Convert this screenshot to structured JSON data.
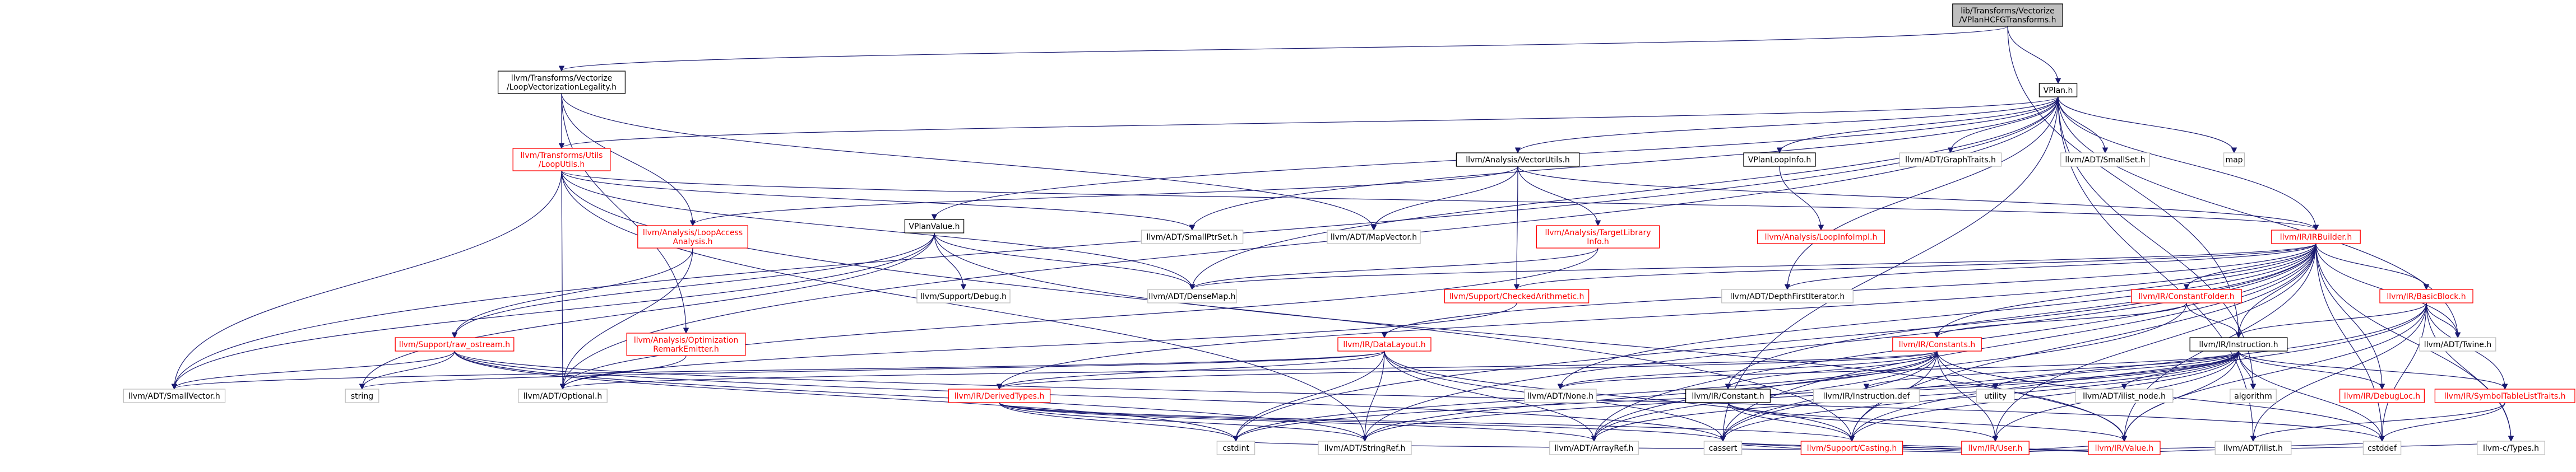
{
  "colors": {
    "edge": "#191970",
    "root_fill": "#bfbfbf",
    "node_fill": "#ffffff",
    "node_border": "#000000",
    "link_text": "#ff0000",
    "external_text": "#000000",
    "external_border": "#bfbfbf"
  },
  "nodes": [
    {
      "id": "root",
      "label": [
        "lib/Transforms/Vectorize",
        "/VPlanHCFGTransforms.h"
      ],
      "style": "root"
    },
    {
      "id": "lvl",
      "label": [
        "llvm/Transforms/Vectorize",
        "/LoopVectorizationLegality.h"
      ],
      "style": "plain"
    },
    {
      "id": "vplan",
      "label": [
        "VPlan.h"
      ],
      "style": "plain"
    },
    {
      "id": "tutils",
      "label": [
        "llvm/Transforms/Utils",
        "/LoopUtils.h"
      ],
      "style": "link"
    },
    {
      "id": "vecutils",
      "label": [
        "llvm/Analysis/VectorUtils.h"
      ],
      "style": "plain"
    },
    {
      "id": "vplanloop",
      "label": [
        "VPlanLoopInfo.h"
      ],
      "style": "plain"
    },
    {
      "id": "graphtraits",
      "label": [
        "llvm/ADT/GraphTraits.h"
      ],
      "style": "ext"
    },
    {
      "id": "smallset",
      "label": [
        "llvm/ADT/SmallSet.h"
      ],
      "style": "ext"
    },
    {
      "id": "map",
      "label": [
        "map"
      ],
      "style": "ext"
    },
    {
      "id": "loopaccess",
      "label": [
        "llvm/Analysis/LoopAccess",
        "Analysis.h"
      ],
      "style": "link"
    },
    {
      "id": "vplanvalue",
      "label": [
        "VPlanValue.h"
      ],
      "style": "plain"
    },
    {
      "id": "smallptrset",
      "label": [
        "llvm/ADT/SmallPtrSet.h"
      ],
      "style": "ext"
    },
    {
      "id": "mapvector",
      "label": [
        "llvm/ADT/MapVector.h"
      ],
      "style": "ext"
    },
    {
      "id": "tli",
      "label": [
        "llvm/Analysis/TargetLibrary",
        "Info.h"
      ],
      "style": "link"
    },
    {
      "id": "loopinfoimpl",
      "label": [
        "llvm/Analysis/LoopInfoImpl.h"
      ],
      "style": "link"
    },
    {
      "id": "irbuilder",
      "label": [
        "llvm/IR/IRBuilder.h"
      ],
      "style": "link"
    },
    {
      "id": "debug",
      "label": [
        "llvm/Support/Debug.h"
      ],
      "style": "ext"
    },
    {
      "id": "densemap",
      "label": [
        "llvm/ADT/DenseMap.h"
      ],
      "style": "ext"
    },
    {
      "id": "checkedarith",
      "label": [
        "llvm/Support/CheckedArithmetic.h"
      ],
      "style": "link"
    },
    {
      "id": "dfiter",
      "label": [
        "llvm/ADT/DepthFirstIterator.h"
      ],
      "style": "ext"
    },
    {
      "id": "constfolder",
      "label": [
        "llvm/IR/ConstantFolder.h"
      ],
      "style": "link"
    },
    {
      "id": "basicblock",
      "label": [
        "llvm/IR/BasicBlock.h"
      ],
      "style": "link"
    },
    {
      "id": "rawostream",
      "label": [
        "llvm/Support/raw_ostream.h"
      ],
      "style": "link"
    },
    {
      "id": "optremark",
      "label": [
        "llvm/Analysis/Optimization",
        "RemarkEmitter.h"
      ],
      "style": "link"
    },
    {
      "id": "datalayout",
      "label": [
        "llvm/IR/DataLayout.h"
      ],
      "style": "link"
    },
    {
      "id": "constants",
      "label": [
        "llvm/IR/Constants.h"
      ],
      "style": "link"
    },
    {
      "id": "instruction",
      "label": [
        "llvm/IR/Instruction.h"
      ],
      "style": "plain"
    },
    {
      "id": "smallvector",
      "label": [
        "llvm/ADT/SmallVector.h"
      ],
      "style": "ext"
    },
    {
      "id": "string",
      "label": [
        "string"
      ],
      "style": "ext"
    },
    {
      "id": "optional",
      "label": [
        "llvm/ADT/Optional.h"
      ],
      "style": "ext"
    },
    {
      "id": "derivedtypes",
      "label": [
        "llvm/IR/DerivedTypes.h"
      ],
      "style": "link"
    },
    {
      "id": "none",
      "label": [
        "llvm/ADT/None.h"
      ],
      "style": "ext"
    },
    {
      "id": "constant",
      "label": [
        "llvm/IR/Constant.h"
      ],
      "style": "plain"
    },
    {
      "id": "instdef",
      "label": [
        "llvm/IR/Instruction.def"
      ],
      "style": "ext"
    },
    {
      "id": "debugloc",
      "label": [
        "llvm/IR/DebugLoc.h"
      ],
      "style": "link"
    },
    {
      "id": "symtab",
      "label": [
        "llvm/IR/SymbolTableListTraits.h"
      ],
      "style": "link"
    },
    {
      "id": "utility",
      "label": [
        "utility"
      ],
      "style": "ext"
    },
    {
      "id": "algorithm",
      "label": [
        "algorithm"
      ],
      "style": "ext"
    },
    {
      "id": "ilistnode",
      "label": [
        "llvm/ADT/ilist_node.h"
      ],
      "style": "ext"
    },
    {
      "id": "twine",
      "label": [
        "llvm/ADT/Twine.h"
      ],
      "style": "ext"
    },
    {
      "id": "stringref",
      "label": [
        "llvm/ADT/StringRef.h"
      ],
      "style": "ext"
    },
    {
      "id": "arrayref",
      "label": [
        "llvm/ADT/ArrayRef.h"
      ],
      "style": "ext"
    },
    {
      "id": "user",
      "label": [
        "llvm/IR/User.h"
      ],
      "style": "link"
    },
    {
      "id": "cstdint",
      "label": [
        "cstdint"
      ],
      "style": "ext"
    },
    {
      "id": "ilist",
      "label": [
        "llvm/ADT/ilist.h"
      ],
      "style": "ext"
    },
    {
      "id": "cstddef",
      "label": [
        "cstddef"
      ],
      "style": "ext"
    },
    {
      "id": "value",
      "label": [
        "llvm/IR/Value.h"
      ],
      "style": "link"
    },
    {
      "id": "casting",
      "label": [
        "llvm/Support/Casting.h"
      ],
      "style": "link"
    },
    {
      "id": "ctypes",
      "label": [
        "llvm-c/Types.h"
      ],
      "style": "ext"
    },
    {
      "id": "cassert",
      "label": [
        "cassert"
      ],
      "style": "ext"
    }
  ],
  "edges": [
    [
      "root",
      "lvl"
    ],
    [
      "root",
      "vplan"
    ],
    [
      "root",
      "instruction"
    ],
    [
      "lvl",
      "tutils"
    ],
    [
      "lvl",
      "loopaccess"
    ],
    [
      "lvl",
      "mapvector"
    ],
    [
      "lvl",
      "optremark"
    ],
    [
      "vplan",
      "tutils"
    ],
    [
      "vplan",
      "vecutils"
    ],
    [
      "vplan",
      "vplanloop"
    ],
    [
      "vplan",
      "graphtraits"
    ],
    [
      "vplan",
      "smallset"
    ],
    [
      "vplan",
      "map"
    ],
    [
      "vplan",
      "vplanvalue"
    ],
    [
      "vplan",
      "smallptrset"
    ],
    [
      "vplan",
      "irbuilder"
    ],
    [
      "vplan",
      "dfiter"
    ],
    [
      "vplan",
      "densemap"
    ],
    [
      "vplan",
      "twine"
    ],
    [
      "vplan",
      "ilist"
    ],
    [
      "vplan",
      "optional"
    ],
    [
      "vplan",
      "cassert"
    ],
    [
      "vplan",
      "algorithm"
    ],
    [
      "vplan",
      "smallvector"
    ],
    [
      "tutils",
      "irbuilder"
    ],
    [
      "tutils",
      "densemap"
    ],
    [
      "tutils",
      "optional"
    ],
    [
      "tutils",
      "smallvector"
    ],
    [
      "tutils",
      "smallptrset"
    ],
    [
      "tutils",
      "casting"
    ],
    [
      "tutils",
      "stringref"
    ],
    [
      "vecutils",
      "tli"
    ],
    [
      "vecutils",
      "mapvector"
    ],
    [
      "vecutils",
      "loopaccess"
    ],
    [
      "vecutils",
      "irbuilder"
    ],
    [
      "vecutils",
      "checkedarith"
    ],
    [
      "vplanloop",
      "loopinfoimpl"
    ],
    [
      "loopaccess",
      "rawostream"
    ],
    [
      "loopaccess",
      "optional"
    ],
    [
      "vplanvalue",
      "debug"
    ],
    [
      "vplanvalue",
      "densemap"
    ],
    [
      "vplanvalue",
      "smallvector"
    ],
    [
      "vplanvalue",
      "rawostream"
    ],
    [
      "vplanvalue",
      "value"
    ],
    [
      "vplanvalue",
      "string"
    ],
    [
      "tli",
      "densemap"
    ],
    [
      "tli",
      "optional"
    ],
    [
      "irbuilder",
      "constfolder"
    ],
    [
      "irbuilder",
      "basicblock"
    ],
    [
      "irbuilder",
      "datalayout"
    ],
    [
      "irbuilder",
      "constants"
    ],
    [
      "irbuilder",
      "instruction"
    ],
    [
      "irbuilder",
      "derivedtypes"
    ],
    [
      "irbuilder",
      "none"
    ],
    [
      "irbuilder",
      "constant"
    ],
    [
      "irbuilder",
      "debugloc"
    ],
    [
      "irbuilder",
      "twine"
    ],
    [
      "irbuilder",
      "stringref"
    ],
    [
      "irbuilder",
      "arrayref"
    ],
    [
      "irbuilder",
      "value"
    ],
    [
      "irbuilder",
      "casting"
    ],
    [
      "irbuilder",
      "ctypes"
    ],
    [
      "irbuilder",
      "cstdint"
    ],
    [
      "irbuilder",
      "cstddef"
    ],
    [
      "irbuilder",
      "checkedarith"
    ],
    [
      "irbuilder",
      "densemap"
    ],
    [
      "irbuilder",
      "dfiter"
    ],
    [
      "irbuilder",
      "cassert"
    ],
    [
      "irbuilder",
      "user"
    ],
    [
      "checkedarith",
      "optional"
    ],
    [
      "constfolder",
      "constants"
    ],
    [
      "constfolder",
      "instruction"
    ],
    [
      "constfolder",
      "arrayref"
    ],
    [
      "basicblock",
      "instruction"
    ],
    [
      "basicblock",
      "symtab"
    ],
    [
      "basicblock",
      "twine"
    ],
    [
      "basicblock",
      "ilist"
    ],
    [
      "basicblock",
      "value"
    ],
    [
      "basicblock",
      "casting"
    ],
    [
      "basicblock",
      "ctypes"
    ],
    [
      "basicblock",
      "cassert"
    ],
    [
      "basicblock",
      "cstddef"
    ],
    [
      "basicblock",
      "iterator"
    ],
    [
      "rawostream",
      "stringref"
    ],
    [
      "rawostream",
      "smallvector"
    ],
    [
      "rawostream",
      "cassert"
    ],
    [
      "rawostream",
      "cstddef"
    ],
    [
      "rawostream",
      "cstdint"
    ],
    [
      "rawostream",
      "string"
    ],
    [
      "optremark",
      "optional"
    ],
    [
      "datalayout",
      "derivedtypes"
    ],
    [
      "datalayout",
      "smallvector"
    ],
    [
      "datalayout",
      "stringref"
    ],
    [
      "datalayout",
      "string"
    ],
    [
      "datalayout",
      "cassert"
    ],
    [
      "datalayout",
      "cstdint"
    ],
    [
      "datalayout",
      "casting"
    ],
    [
      "datalayout",
      "arrayref"
    ],
    [
      "constants",
      "derivedtypes"
    ],
    [
      "constants",
      "constant"
    ],
    [
      "constants",
      "user"
    ],
    [
      "constants",
      "value"
    ],
    [
      "constants",
      "none"
    ],
    [
      "constants",
      "arrayref"
    ],
    [
      "constants",
      "stringref"
    ],
    [
      "constants",
      "casting"
    ],
    [
      "constants",
      "cassert"
    ],
    [
      "constants",
      "cstddef"
    ],
    [
      "constants",
      "cstdint"
    ],
    [
      "constants",
      "optional"
    ],
    [
      "instruction",
      "debugloc"
    ],
    [
      "instruction",
      "symtab"
    ],
    [
      "instruction",
      "user"
    ],
    [
      "instruction",
      "none"
    ],
    [
      "instruction",
      "instdef"
    ],
    [
      "instruction",
      "utility"
    ],
    [
      "instruction",
      "algorithm"
    ],
    [
      "instruction",
      "ilistnode"
    ],
    [
      "instruction",
      "arrayref"
    ],
    [
      "instruction",
      "stringref"
    ],
    [
      "instruction",
      "casting"
    ],
    [
      "instruction",
      "cstdint"
    ],
    [
      "instruction",
      "cassert"
    ],
    [
      "instruction",
      "value"
    ],
    [
      "instruction",
      "cstddef"
    ],
    [
      "derivedtypes",
      "arrayref"
    ],
    [
      "derivedtypes",
      "stringref"
    ],
    [
      "derivedtypes",
      "casting"
    ],
    [
      "derivedtypes",
      "cassert"
    ],
    [
      "derivedtypes",
      "cstdint"
    ],
    [
      "constant",
      "user"
    ],
    [
      "constant",
      "value"
    ],
    [
      "constant",
      "casting"
    ],
    [
      "symtab",
      "ilist"
    ],
    [
      "symtab",
      "cstddef"
    ],
    [
      "user",
      "value"
    ],
    [
      "user",
      "casting"
    ],
    [
      "user",
      "cassert"
    ],
    [
      "user",
      "cstdint"
    ],
    [
      "user",
      "cstddef"
    ],
    [
      "value",
      "casting"
    ],
    [
      "value",
      "ctypes"
    ],
    [
      "value",
      "cassert"
    ],
    [
      "casting",
      "cassert"
    ]
  ]
}
